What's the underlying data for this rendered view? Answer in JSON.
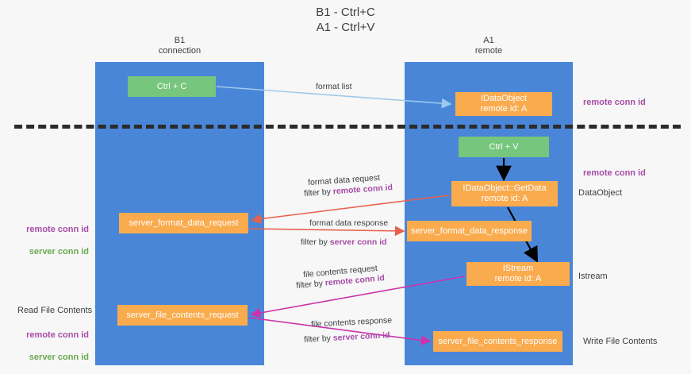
{
  "title": "B1 - Ctrl+C\nA1 - Ctrl+V",
  "lanes": [
    {
      "name": "b1",
      "header": "B1\nconnection",
      "color": "#4a86d8"
    },
    {
      "name": "a1",
      "header": "A1\nremote",
      "color": "#4a86d8"
    }
  ],
  "colors": {
    "lane_blue": "#4a86d8",
    "node_green": "#76c67d",
    "node_orange": "#f9ab4e",
    "purple": "#a64ca6",
    "green_text": "#6aa84f",
    "red_arrow": "#e8614d",
    "magenta_arrow": "#cc33aa",
    "blue_arrow": "#9ec9ec",
    "black_arrow": "#000000",
    "divider": "#2b2b2b",
    "background": "#f7f7f7"
  },
  "nodes": {
    "ctrl_c": "Ctrl + C",
    "idataobject": "IDataObject\nremote id: A",
    "ctrl_v": "Ctrl + V",
    "getdata": "IDataObject::GetData\nremote id: A",
    "server_format_data_request": "server_format_data_request",
    "server_format_data_response": "server_format_data_response",
    "istream": "IStream\nremote id: A",
    "server_file_contents_request": "server_file_contents_request",
    "server_file_contents_response": "server_file_contents_response"
  },
  "side_labels": {
    "remote_conn_id_1": "remote conn id",
    "remote_conn_id_2": "remote conn id",
    "dataobject": "DataObject",
    "istream": "Istream",
    "write_file_contents": "Write File Contents",
    "read_file_contents": "Read File Contents",
    "left_remote_conn_id": "remote conn id",
    "left_server_conn_id": "server conn id",
    "left_remote_conn_id_2": "remote conn id",
    "left_server_conn_id_2": "server conn id"
  },
  "edge_labels": {
    "format_list": "format list",
    "format_data_request": "format data request",
    "format_data_request_filter_prefix": "filter by ",
    "format_data_request_filter_key": "remote conn id",
    "format_data_response": "format data response",
    "format_data_response_filter_prefix": "filter by ",
    "format_data_response_filter_key": "server conn id",
    "file_contents_request": "file contents request",
    "file_contents_request_filter_prefix": "filter by ",
    "file_contents_request_filter_key": "remote conn id",
    "file_contents_response": "file contents response",
    "file_contents_response_filter_prefix": "filter by ",
    "file_contents_response_filter_key": "server conn id"
  }
}
